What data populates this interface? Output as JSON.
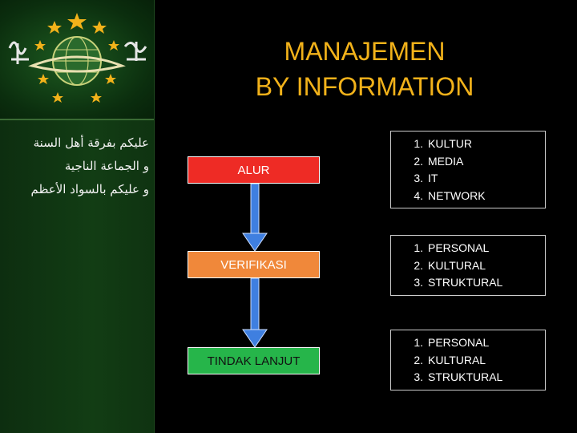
{
  "title": {
    "line1": "MANAJEMEN",
    "line2": "BY INFORMATION"
  },
  "sidebar": {
    "arabic_lines": [
      "عليكم بفرقة أهل السنة",
      "و الجماعة الناجية",
      "و عليكم بالسواد الأعظم"
    ]
  },
  "steps": [
    {
      "label": "ALUR",
      "color": "#ee2b25"
    },
    {
      "label": "VERIFIKASI",
      "color": "#f0883a"
    },
    {
      "label": "TINDAK LANJUT",
      "color": "#26b54a"
    }
  ],
  "lists": [
    {
      "items": [
        {
          "num": "1.",
          "text": "KULTUR"
        },
        {
          "num": "2.",
          "text": "MEDIA"
        },
        {
          "num": "3.",
          "text": "IT"
        },
        {
          "num": "4.",
          "text": "NETWORK"
        }
      ]
    },
    {
      "items": [
        {
          "num": "1.",
          "text": "PERSONAL"
        },
        {
          "num": "2.",
          "text": "KULTURAL"
        },
        {
          "num": "3.",
          "text": "STRUKTURAL"
        }
      ]
    },
    {
      "items": [
        {
          "num": "1.",
          "text": "PERSONAL"
        },
        {
          "num": "2.",
          "text": "KULTURAL"
        },
        {
          "num": "3.",
          "text": "STRUKTURAL"
        }
      ]
    }
  ],
  "colors": {
    "title": "#f2b21a",
    "sidebar": "#123d14",
    "arrow": "#3f7fe0"
  }
}
